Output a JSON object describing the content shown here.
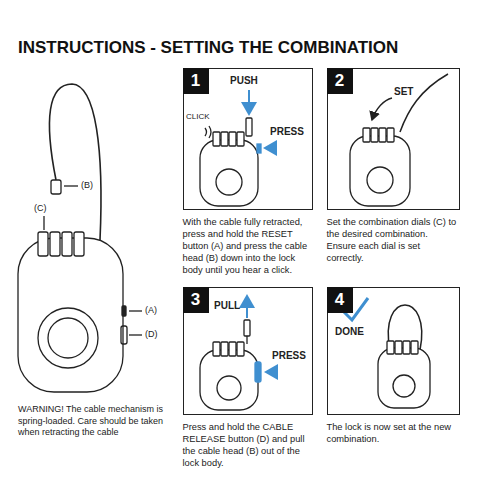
{
  "diagram": {
    "title": "INSTRUCTIONS - SETTING THE COMBINATION",
    "nodes": [
      {
        "text": [
          "1",
          "With the cable fully retracted, press and hold the RESET button (A) and press the cable head (B) down into the lock body until you hear a click."
        ]
      },
      {
        "text": [
          "2",
          "Set the combination dials (C) to the desired combination. Ensure each dial is set correctly."
        ]
      },
      {
        "text": [
          "3",
          "Press and hold the CABLE RELEASE button (D) and pull the cable head (B) out of the lock body."
        ]
      },
      {
        "text": [
          "4",
          "The lock is now set at the new combination."
        ]
      }
    ],
    "labels": [
      "(B)",
      "(C)",
      "(A)",
      "(D)",
      "WARNING! The cable mechanism is spring-loaded. Care should be taken when retracting the cable",
      "PUSH",
      "CLICK",
      "PRESS",
      "SET",
      "PULL",
      "PRESS",
      "DONE"
    ]
  }
}
